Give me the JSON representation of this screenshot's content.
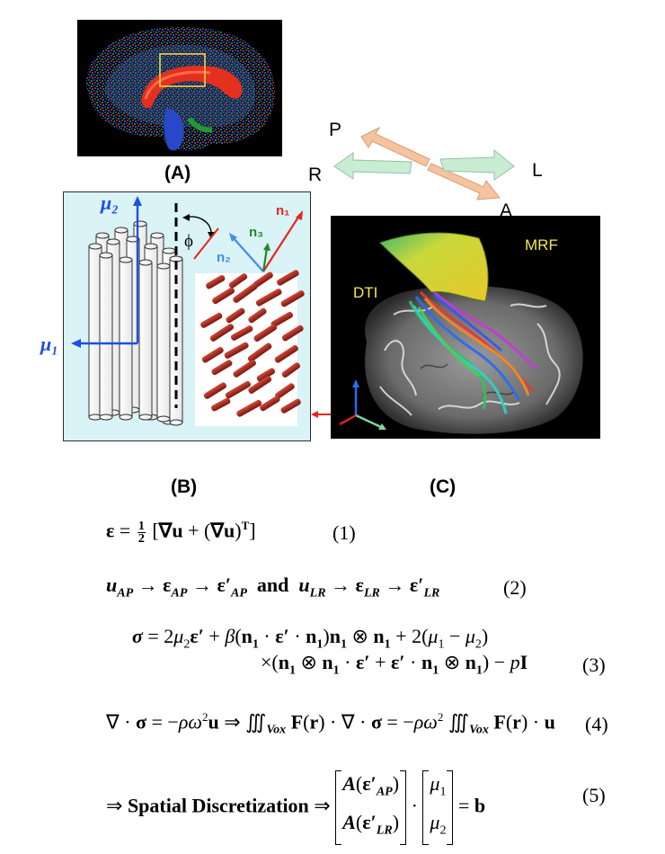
{
  "panels": {
    "a_label": "(A)",
    "b_label": "(B)",
    "c_label": "(C)"
  },
  "directions": {
    "p": "P",
    "r": "R",
    "l": "L",
    "a": "A"
  },
  "panel_b": {
    "mu2": "μ₂",
    "mu1": "μ₁",
    "phi": "ϕ",
    "n1": "n₁",
    "n2": "n₂",
    "n3": "n₃"
  },
  "panel_c": {
    "mrf": "MRF",
    "dti": "DTI"
  },
  "equations": {
    "eq1_num": "(1)",
    "eq2_and": "and",
    "eq2_num": "(2)",
    "eq3_num": "(3)",
    "eq4_num": "(4)",
    "eq5_text": "Spatial Discretization",
    "eq5_num": "(5)"
  },
  "colors": {
    "panel_b_bg": "#d9f3f6",
    "mu_blue": "#1f4fe0",
    "n1_red": "#e8261c",
    "n2_blue": "#3f8df0",
    "n3_green": "#1d8a2a",
    "arrow_peach": "#f6c39f",
    "arrow_green": "#c9ecd4",
    "label_yellow": "#f5e84a"
  }
}
